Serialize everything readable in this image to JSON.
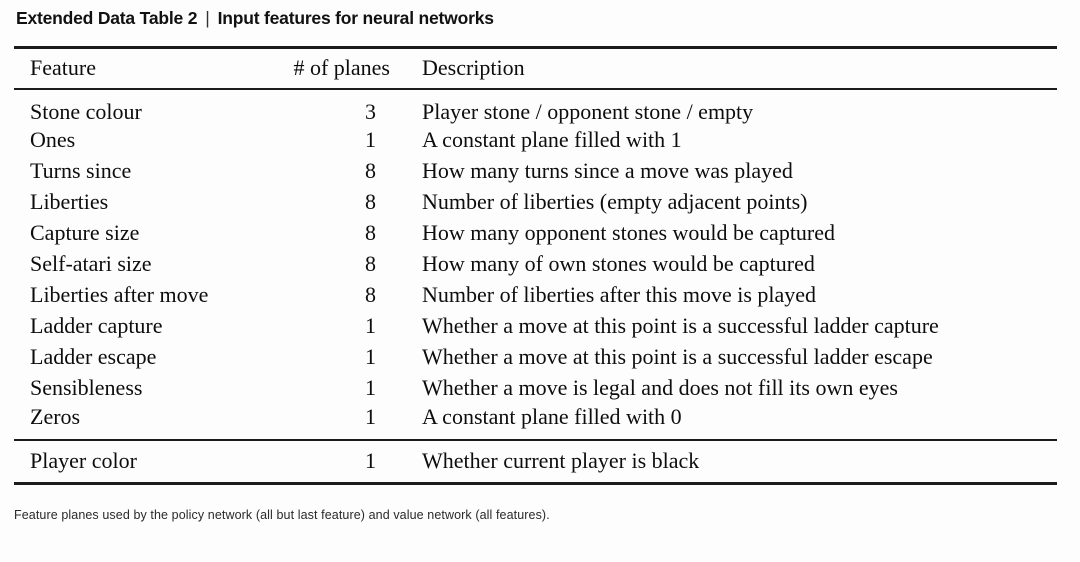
{
  "title": {
    "label": "Extended Data Table 2",
    "separator": "|",
    "caption": "Input features for neural networks"
  },
  "table": {
    "columns": [
      "Feature",
      "# of planes",
      "Description"
    ],
    "rows": [
      [
        "Stone colour",
        "3",
        "Player stone / opponent stone / empty"
      ],
      [
        "Ones",
        "1",
        "A constant plane filled with 1"
      ],
      [
        "Turns since",
        "8",
        "How many turns since a move was played"
      ],
      [
        "Liberties",
        "8",
        "Number of liberties (empty adjacent points)"
      ],
      [
        "Capture size",
        "8",
        "How many opponent stones would be captured"
      ],
      [
        "Self-atari size",
        "8",
        "How many of own stones would be captured"
      ],
      [
        "Liberties after move",
        "8",
        "Number of liberties after this move is played"
      ],
      [
        "Ladder capture",
        "1",
        "Whether a move at this point is a successful ladder capture"
      ],
      [
        "Ladder escape",
        "1",
        "Whether a move at this point is a successful ladder escape"
      ],
      [
        "Sensibleness",
        "1",
        "Whether a move is legal and does not fill its own eyes"
      ],
      [
        "Zeros",
        "1",
        "A constant plane filled with 0"
      ]
    ],
    "footer_row": [
      "Player color",
      "1",
      "Whether current player is black"
    ]
  },
  "footnote": "Feature planes used by the policy network (all but last feature) and value network (all features)."
}
